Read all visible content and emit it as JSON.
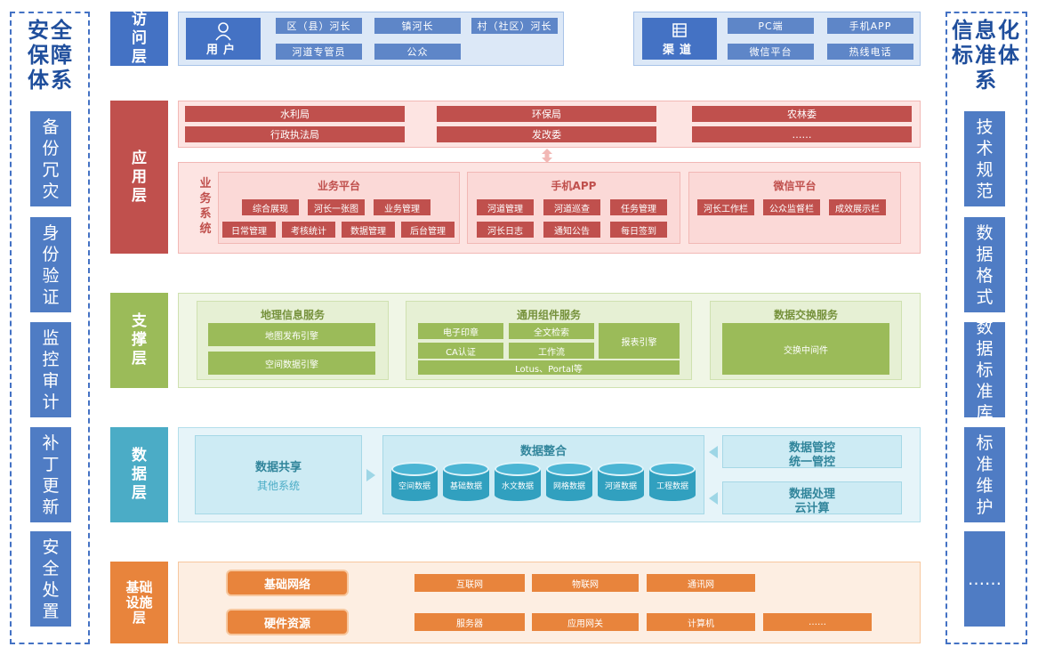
{
  "left_column": {
    "title": "安全保障体系",
    "items": [
      "备份冗灾",
      "身份验证",
      "监控审计",
      "补丁更新",
      "安全处置"
    ]
  },
  "right_column": {
    "title": "信息化标准体系",
    "items": [
      "技术规范",
      "数据格式",
      "数据标准库",
      "标准维护",
      "……"
    ]
  },
  "access_layer": {
    "label": "访问层",
    "user_label": "用户",
    "user_icon": "person-icon",
    "user_items": [
      "区（县）河长",
      "镇河长",
      "村（社区）河长",
      "河道专管员",
      "公众"
    ],
    "channel_label": "渠道",
    "channel_icon": "server-icon",
    "channel_items": [
      "PC端",
      "手机APP",
      "微信平台",
      "热线电话"
    ]
  },
  "app_layer": {
    "label": "应用层",
    "agencies": [
      "水利局",
      "环保局",
      "农林委",
      "行政执法局",
      "发改委",
      "……"
    ],
    "biz_label": "业务系统",
    "platforms": [
      {
        "title": "业务平台",
        "items": [
          "综合展现",
          "河长一张图",
          "业务管理",
          "日常管理",
          "考核统计",
          "数据管理",
          "后台管理"
        ]
      },
      {
        "title": "手机APP",
        "items": [
          "河道管理",
          "河道巡查",
          "任务管理",
          "河长日志",
          "通知公告",
          "每日签到"
        ]
      },
      {
        "title": "微信平台",
        "items": [
          "河长工作栏",
          "公众监督栏",
          "成效展示栏"
        ]
      }
    ]
  },
  "support_layer": {
    "label": "支撑层",
    "geo": {
      "title": "地理信息服务",
      "items": [
        "地图发布引擎",
        "空间数据引擎"
      ]
    },
    "common": {
      "title": "通用组件服务",
      "items": [
        "电子印章",
        "全文检索",
        "CA认证",
        "工作流",
        "报表引擎",
        "Lotus、Portal等"
      ]
    },
    "exchange": {
      "title": "数据交换服务",
      "items": [
        "交换中间件"
      ]
    }
  },
  "data_layer": {
    "label": "数据层",
    "share_title": "数据共享",
    "share_sub": "其他系统",
    "integration_title": "数据整合",
    "databases": [
      "空间数据",
      "基础数据",
      "水文数据",
      "网格数据",
      "河道数据",
      "工程数据"
    ],
    "control": [
      "数据管控",
      "统一管控"
    ],
    "process": [
      "数据处理",
      "云计算"
    ]
  },
  "infra_layer": {
    "label": "基础设施层",
    "network_label": "基础网络",
    "network_items": [
      "互联网",
      "物联网",
      "通讯网"
    ],
    "hardware_label": "硬件资源",
    "hardware_items": [
      "服务器",
      "应用网关",
      "计算机",
      "……"
    ]
  },
  "colors": {
    "blue": "#4472c4",
    "red": "#c0504d",
    "green": "#9bbb59",
    "cyan": "#4bacc6",
    "orange": "#e8843c"
  }
}
